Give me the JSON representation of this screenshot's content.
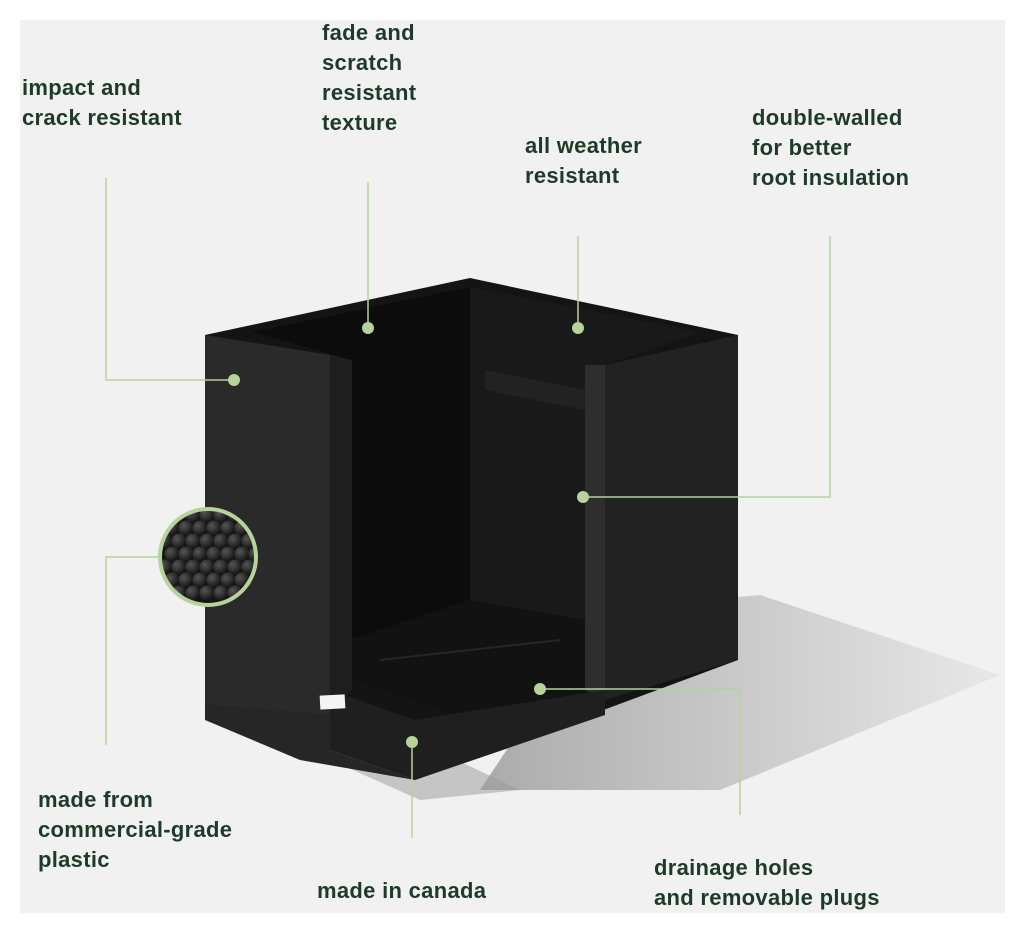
{
  "colors": {
    "text": "#1d3b28",
    "callout": "#b7d29a",
    "planter": "#1a1a1a",
    "background": "#f1f1f1"
  },
  "callouts": {
    "impact": "impact and\ncrack resistant",
    "fade": "fade and\nscratch\nresistant\ntexture",
    "weather": "all weather\nresistant",
    "double": "double-walled\nfor better\nroot insulation",
    "plastic": "made from\ncommercial-grade\nplastic",
    "canada": "made in canada",
    "drainage": "drainage holes\nand removable plugs"
  }
}
